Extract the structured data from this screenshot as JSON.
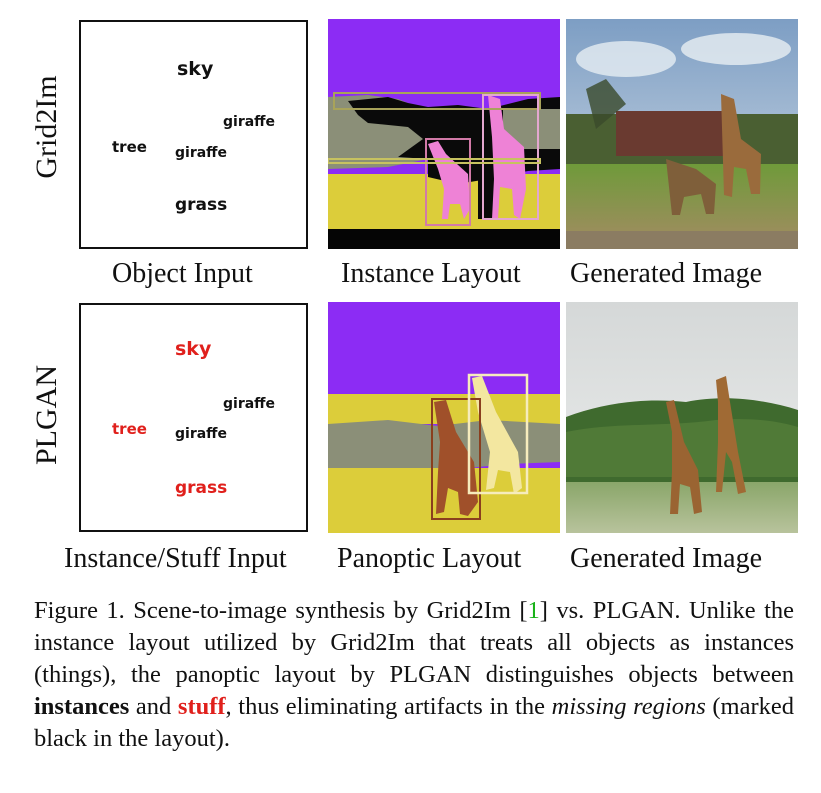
{
  "rows": {
    "top": {
      "label": "Grid2Im",
      "input_words": {
        "sky": "sky",
        "giraffe1": "giraffe",
        "tree": "tree",
        "giraffe2": "giraffe",
        "grass": "grass"
      },
      "captions": {
        "input": "Object Input",
        "layout": "Instance Layout",
        "image": "Generated Image"
      }
    },
    "bottom": {
      "label": "PLGAN",
      "input_words": {
        "sky": "sky",
        "giraffe1": "giraffe",
        "tree": "tree",
        "giraffe2": "giraffe",
        "grass": "grass"
      },
      "captions": {
        "input": "Instance/Stuff Input",
        "layout": "Panoptic Layout",
        "image": "Generated Image"
      }
    }
  },
  "colors": {
    "stuff_text": "#e0201c",
    "sky": "#8c2cf4",
    "tree_band": "#8b8f78",
    "grass_band": "#dccd3a",
    "instance_pink": "#ee82d6",
    "panoptic_giraffe_dark": "#a0502a",
    "panoptic_giraffe_light": "#f3e7a0",
    "reference_link": "#19b219"
  },
  "caption": {
    "p1": "Figure 1.  Scene-to-image synthesis by Grid2Im [",
    "ref": "1",
    "p2": "] vs. PLGAN. Unlike the instance layout utilized by Grid2Im that treats all objects as instances (things), the panoptic layout by PLGAN distinguishes objects between ",
    "instances": "instances",
    "p3": " and ",
    "stuff": "stuff",
    "p4": ", thus eliminating artifacts in the ",
    "missing": "missing regions",
    "p5": " (marked black in the layout)."
  }
}
